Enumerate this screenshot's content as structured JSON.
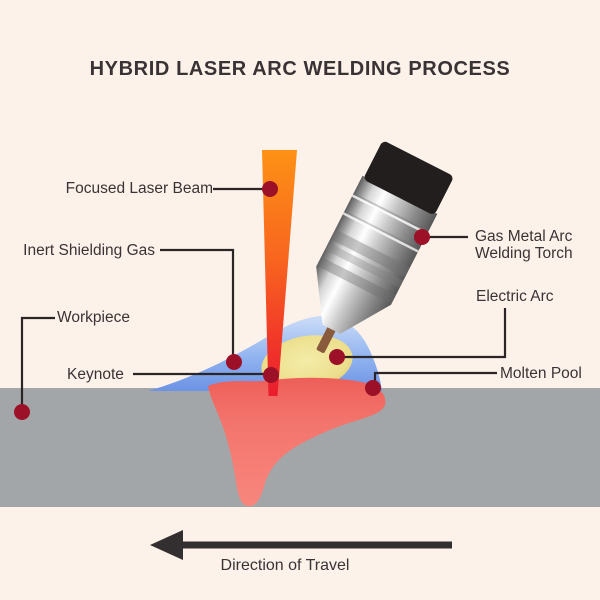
{
  "title": "HYBRID LASER ARC WELDING PROCESS",
  "callouts": {
    "focused_laser_beam": "Focused Laser Beam",
    "inert_shielding_gas": "Inert Shielding Gas",
    "workpiece": "Workpiece",
    "keynote": "Keynote",
    "gmaw_torch_line1": "Gas Metal Arc",
    "gmaw_torch_line2": "Welding Torch",
    "electric_arc": "Electric Arc",
    "molten_pool": "Molten Pool"
  },
  "footer": {
    "direction_label": "Direction of Travel"
  },
  "colors": {
    "background": "#fdf2ea",
    "text": "#3a3335",
    "connector_line": "#2b2526",
    "marker_dot": "#9c1128",
    "laser_beam_top": "#fd9115",
    "laser_beam_bottom": "#ea1b2e",
    "shielding_gas_blue": "#6b92e4",
    "electric_arc_glow": "#eede8c",
    "molten_pool": "#f3756d",
    "workpiece_gray": "#a3a6a9",
    "torch_cap_black": "#211e1d",
    "electrode_wire_brown": "#8a5a3d",
    "arrow_dark": "#332e2f"
  }
}
